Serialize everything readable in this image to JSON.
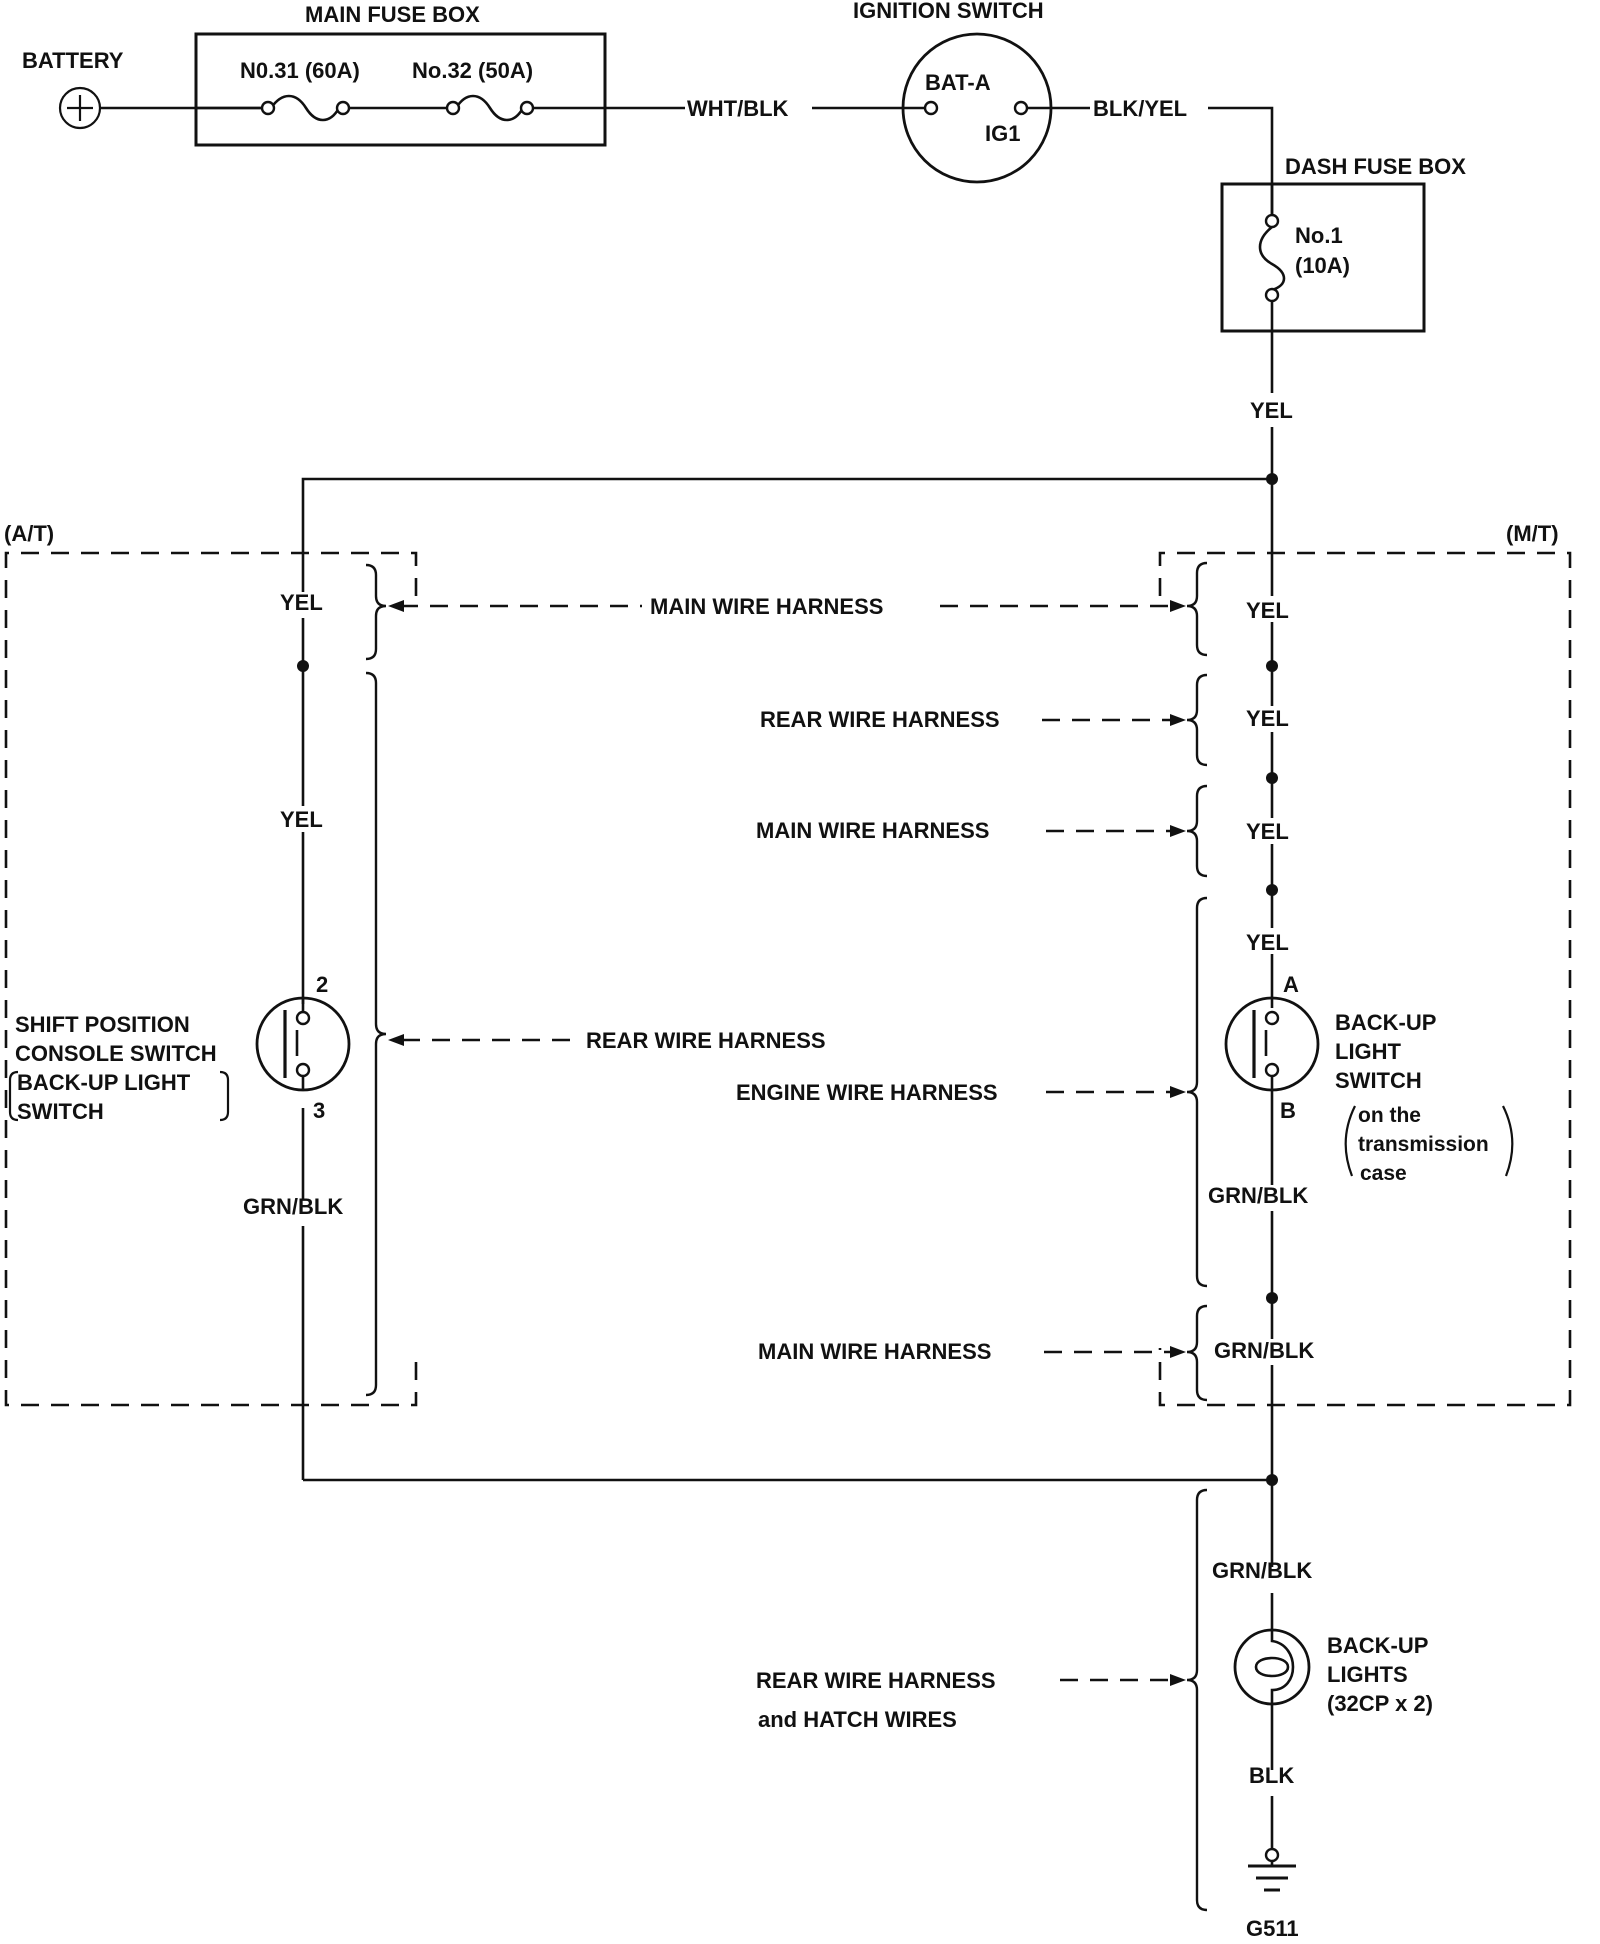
{
  "battery": {
    "label": "BATTERY"
  },
  "main_fuse_box": {
    "title": "MAIN FUSE BOX",
    "fuse_a": "N0.31 (60A)",
    "fuse_b": "No.32 (50A)"
  },
  "ignition_switch": {
    "title": "IGNITION SWITCH",
    "terminal_in": "BAT-A",
    "terminal_out": "IG1"
  },
  "dash_fuse_box": {
    "title": "DASH FUSE BOX",
    "fuse_no": "No.1",
    "fuse_rating": "(10A)"
  },
  "wires": {
    "wht_blk": "WHT/BLK",
    "blk_yel": "BLK/YEL",
    "yel": "YEL",
    "grn_blk": "GRN/BLK",
    "blk": "BLK"
  },
  "variants": {
    "at": "(A/T)",
    "mt": "(M/T)"
  },
  "harnesses": {
    "main": "MAIN WIRE HARNESS",
    "rear": "REAR WIRE HARNESS",
    "engine": "ENGINE WIRE HARNESS",
    "rear_hatch_line1": "REAR WIRE HARNESS",
    "rear_hatch_line2": "and HATCH WIRES"
  },
  "shift_switch": {
    "line1": "SHIFT POSITION",
    "line2": "CONSOLE SWITCH",
    "line3": "BACK-UP LIGHT",
    "line4": "SWITCH",
    "pin_top": "2",
    "pin_bottom": "3"
  },
  "backup_switch": {
    "line1": "BACK-UP",
    "line2": "LIGHT",
    "line3": "SWITCH",
    "note1": "on the",
    "note2": "transmission",
    "note3": "case",
    "pin_top": "A",
    "pin_bottom": "B"
  },
  "backup_lights": {
    "line1": "BACK-UP",
    "line2": "LIGHTS",
    "line3": "(32CP x 2)"
  },
  "ground": {
    "label": "G511"
  }
}
